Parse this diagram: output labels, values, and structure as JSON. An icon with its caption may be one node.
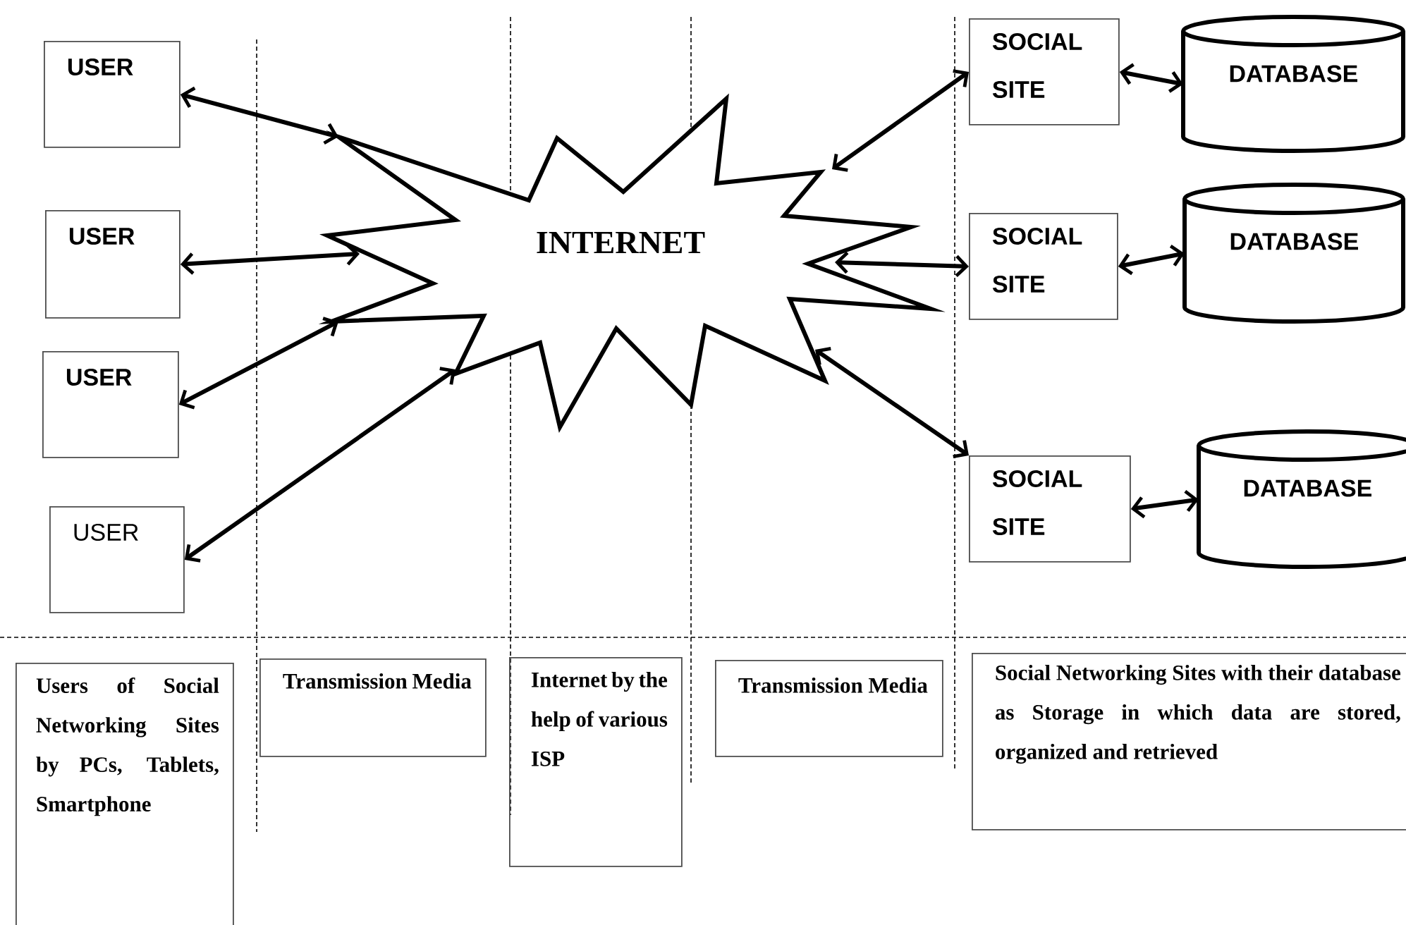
{
  "diagram": {
    "nodes": [
      {
        "text": [
          "USER"
        ]
      },
      {
        "text": [
          "USER"
        ]
      },
      {
        "text": [
          "USER"
        ]
      },
      {
        "text": [
          "USER"
        ]
      },
      {
        "text": [
          "INTERNET"
        ]
      },
      {
        "text": [
          "SOCIAL SITE"
        ]
      },
      {
        "text": [
          "SOCIAL SITE"
        ]
      },
      {
        "text": [
          "SOCIAL SITE"
        ]
      },
      {
        "text": [
          "DATABASE"
        ]
      },
      {
        "text": [
          "DATABASE"
        ]
      },
      {
        "text": [
          "DATABASE"
        ]
      },
      {
        "text": [
          "Users of Social Networking Sites by PCs, Tablets, Smartphone"
        ]
      },
      {
        "text": [
          "Transmission Media"
        ]
      },
      {
        "text": [
          "Internet by the help of various ISP"
        ]
      },
      {
        "text": [
          "Transmission Media"
        ]
      },
      {
        "text": [
          "Social Networking Sites with their database as Storage in which data are stored, organized and retrieved"
        ]
      }
    ],
    "edges": [
      {
        "from": 0,
        "to": 4,
        "arrow": "both"
      },
      {
        "from": 1,
        "to": 4,
        "arrow": "both"
      },
      {
        "from": 2,
        "to": 4,
        "arrow": "both"
      },
      {
        "from": 3,
        "to": 4,
        "arrow": "both"
      },
      {
        "from": 4,
        "to": 5,
        "arrow": "both"
      },
      {
        "from": 4,
        "to": 6,
        "arrow": "both"
      },
      {
        "from": 4,
        "to": 7,
        "arrow": "both"
      },
      {
        "from": 5,
        "to": 8,
        "arrow": "both"
      },
      {
        "from": 6,
        "to": 9,
        "arrow": "both"
      },
      {
        "from": 7,
        "to": 10,
        "arrow": "both"
      }
    ]
  }
}
